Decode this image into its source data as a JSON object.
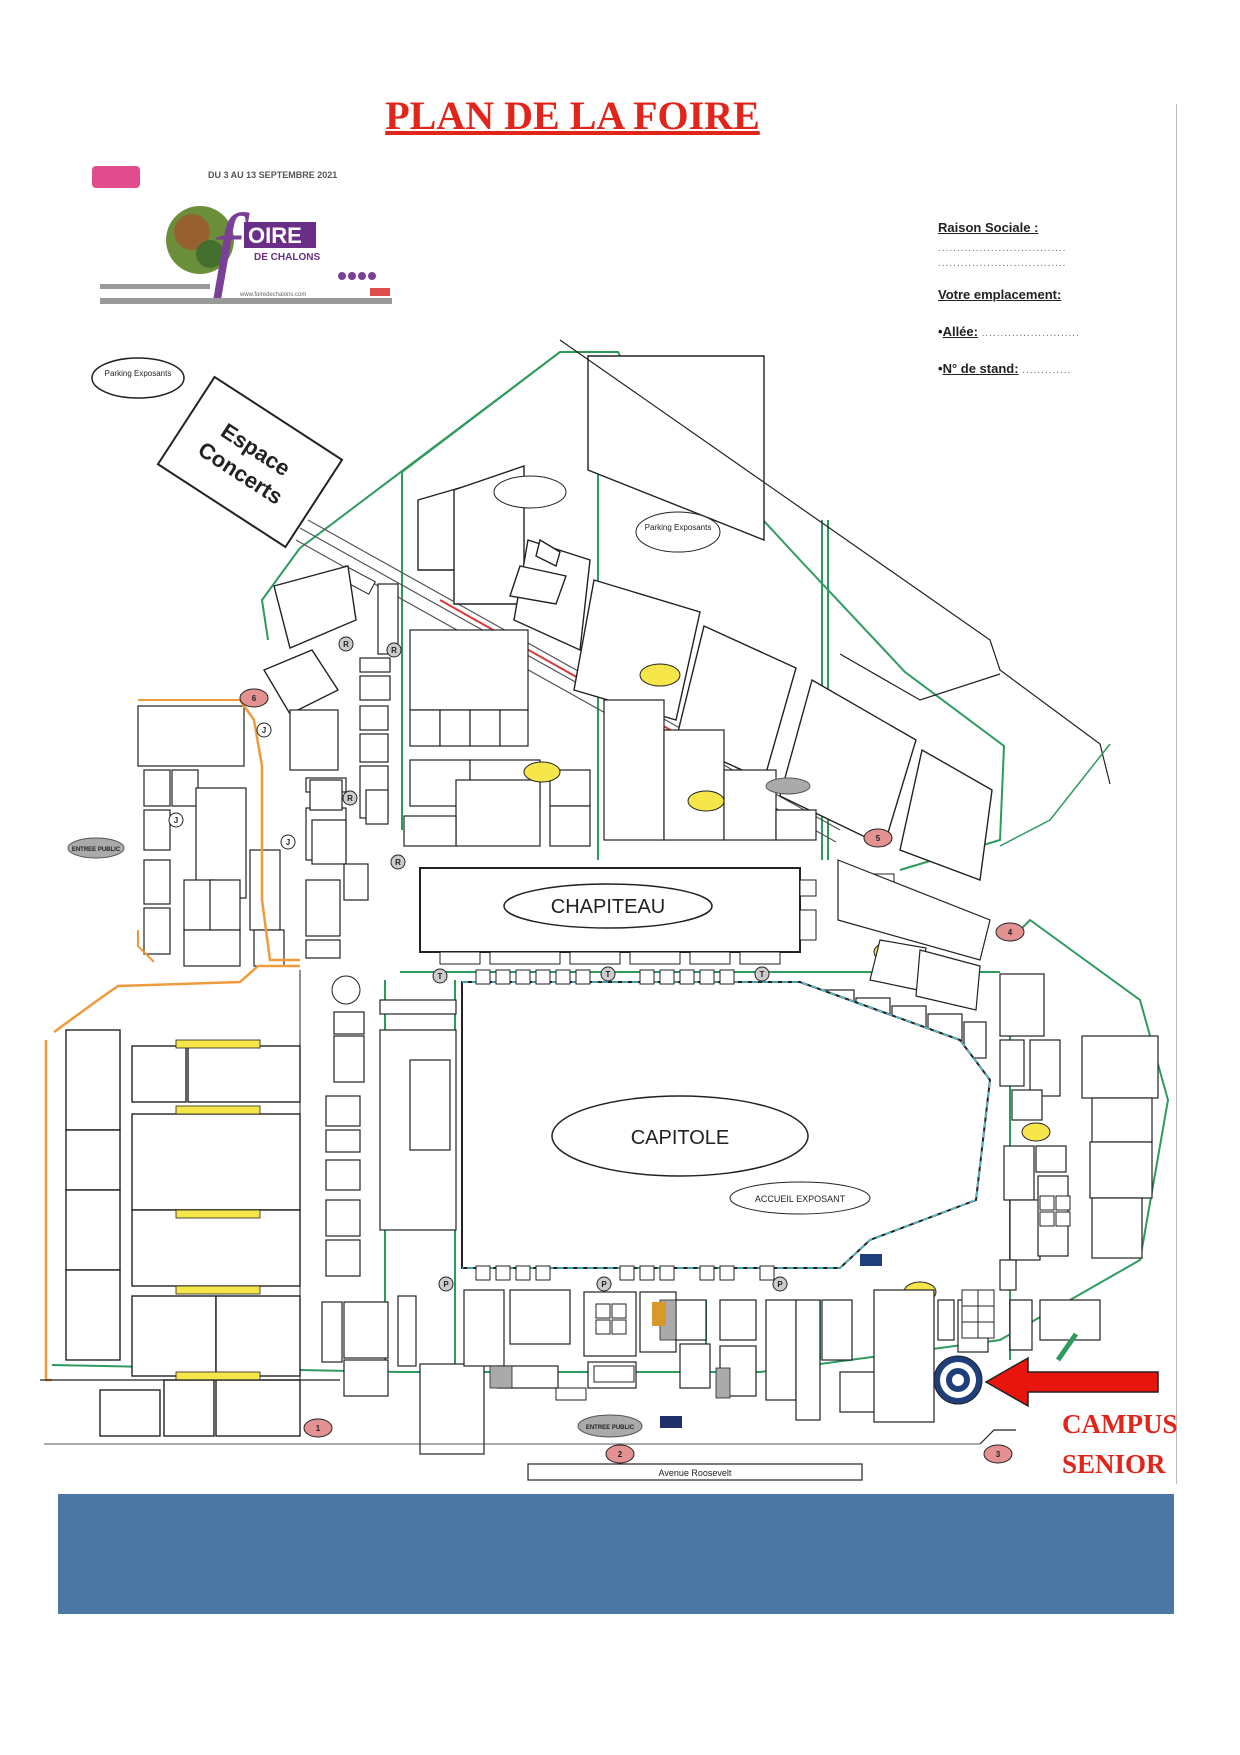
{
  "title": "PLAN DE LA FOIRE",
  "logo": {
    "dates": "DU 3 AU 13 SEPTEMBRE 2021",
    "brand_f": "f",
    "brand_oire": "OIRE",
    "brand_sub": "DE CHALONS",
    "website": "www.foiredechalons.com"
  },
  "form": {
    "raison_sociale": "Raison Sociale :",
    "dots_line": "..................................",
    "votre_emplacement": "Votre emplacement:",
    "allee_label": "Allée:",
    "allee_dots": "..........................",
    "stand_label": "N° de stand:",
    "stand_dots": ".............",
    "bullet": "•"
  },
  "map_labels": {
    "parking_exposants_1": "Parking Exposants",
    "espace_concerts_1": "Espace",
    "espace_concerts_2": "Concerts",
    "parking_exposants_2": "Parking Exposants",
    "chapiteau": "CHAPITEAU",
    "capitole": "CAPITOLE",
    "accueil_exposant": "ACCUEIL EXPOSANT",
    "entree_public_1": "ENTREE PUBLIC",
    "entree_public_2": "ENTREE PUBLIC",
    "avenue": "Avenue Roosevelt",
    "gate_1": "1",
    "gate_2": "2",
    "gate_3": "3",
    "gate_4": "4",
    "gate_5": "5",
    "gate_6": "6",
    "marker_r": "R",
    "marker_t": "T",
    "marker_p": "P",
    "marker_j": "J"
  },
  "campus": {
    "line1": "CAMPUS",
    "line2": "SENIOR"
  },
  "colors": {
    "title_red": "#e1251b",
    "path_green": "#2e9a5e",
    "path_orange": "#f09a3e",
    "gate_pink": "#e39191",
    "badge_yellow": "#f7e64a",
    "footer_blue": "#4a77a4",
    "arrow_red": "#e8140e",
    "road_red": "#d83a3a",
    "capitole_cyan": "#52c6d8"
  }
}
